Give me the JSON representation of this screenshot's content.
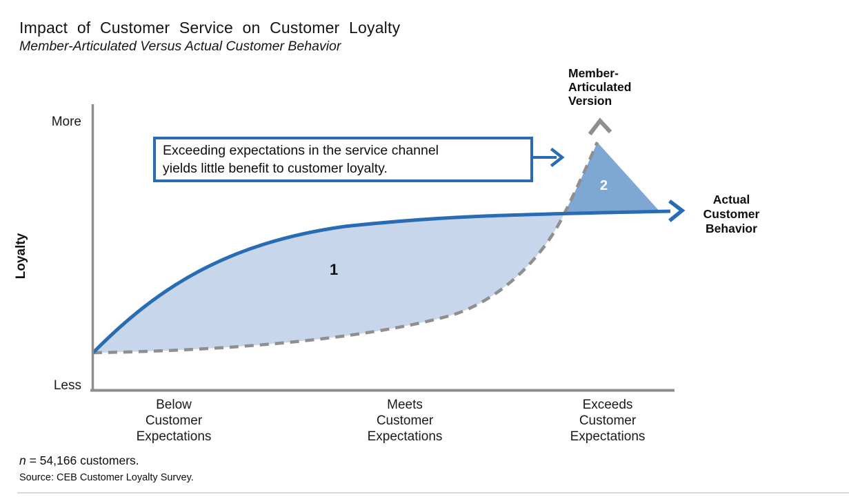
{
  "title": "Impact of Customer Service on Customer Loyalty",
  "subtitle": "Member-Articulated Versus Actual Customer Behavior",
  "y_axis": {
    "title": "Loyalty",
    "top_tick": "More",
    "bottom_tick": "Less"
  },
  "x_axis": {
    "categories": [
      "Below Customer Expectations",
      "Meets Customer Expectations",
      "Exceeds Customer Expectations"
    ]
  },
  "annotations": {
    "callout": {
      "lines": [
        "Exceeding expectations in the service channel",
        "yields little benefit to customer loyalty."
      ]
    },
    "member_lines": [
      "Member-",
      "Articulated",
      "Version"
    ],
    "actual_lines": [
      "Actual",
      "Customer",
      "Behavior"
    ],
    "region1_label": "1",
    "region2_label": "2"
  },
  "footer": {
    "n_italic": "n",
    "n_rest": " = 54,166 customers.",
    "source": "Source: CEB Customer Loyalty Survey."
  },
  "colors": {
    "solid_line_blue": "#2a6cb4",
    "dashed_line_gray": "#8f8f8f",
    "region1_fill": "#c8d6ec",
    "region2_fill": "#7fa7d3",
    "axis_gray": "#8e8e8e",
    "callout_border": "#2a6cb4",
    "divider": "#d4dae0"
  },
  "chart_data": {
    "type": "line",
    "title": "Impact of Customer Service on Customer Loyalty",
    "subtitle": "Member-Articulated Versus Actual Customer Behavior",
    "xlabel": "",
    "ylabel": "Loyalty",
    "y_scale_labels": [
      "Less",
      "More"
    ],
    "x_categories": [
      "Below Customer Expectations",
      "Meets Customer Expectations",
      "Exceeds Customer Expectations"
    ],
    "grid": false,
    "legend_position": "inline arrow-end labels",
    "series": [
      {
        "name": "Actual Customer Behavior",
        "line_style": "solid",
        "color": "#2a6cb4",
        "x_normalized": [
          0,
          0.05,
          0.1,
          0.2,
          0.3,
          0.4,
          0.5,
          0.6,
          0.7,
          0.8,
          0.9,
          1.0
        ],
        "y_normalized": [
          0.13,
          0.22,
          0.31,
          0.42,
          0.51,
          0.56,
          0.59,
          0.6,
          0.61,
          0.615,
          0.62,
          0.63
        ]
      },
      {
        "name": "Member-Articulated Version",
        "line_style": "dashed",
        "color": "#8f8f8f",
        "x_normalized": [
          0,
          0.1,
          0.2,
          0.3,
          0.4,
          0.5,
          0.6,
          0.7,
          0.75,
          0.8,
          0.83,
          0.87
        ],
        "y_normalized": [
          0.13,
          0.135,
          0.14,
          0.15,
          0.17,
          0.19,
          0.23,
          0.31,
          0.4,
          0.55,
          0.7,
          0.87
        ]
      }
    ],
    "regions": [
      {
        "label": "1",
        "fill": "#c8d6ec",
        "between": "solid curve above dashed curve, left of crossing"
      },
      {
        "label": "2",
        "fill": "#7fa7d3",
        "between": "dashed curve above solid curve, right of crossing"
      }
    ],
    "annotation": "Exceeding expectations in the service channel yields little benefit to customer loyalty.",
    "n": "54,166 customers",
    "source": "CEB Customer Loyalty Survey"
  }
}
